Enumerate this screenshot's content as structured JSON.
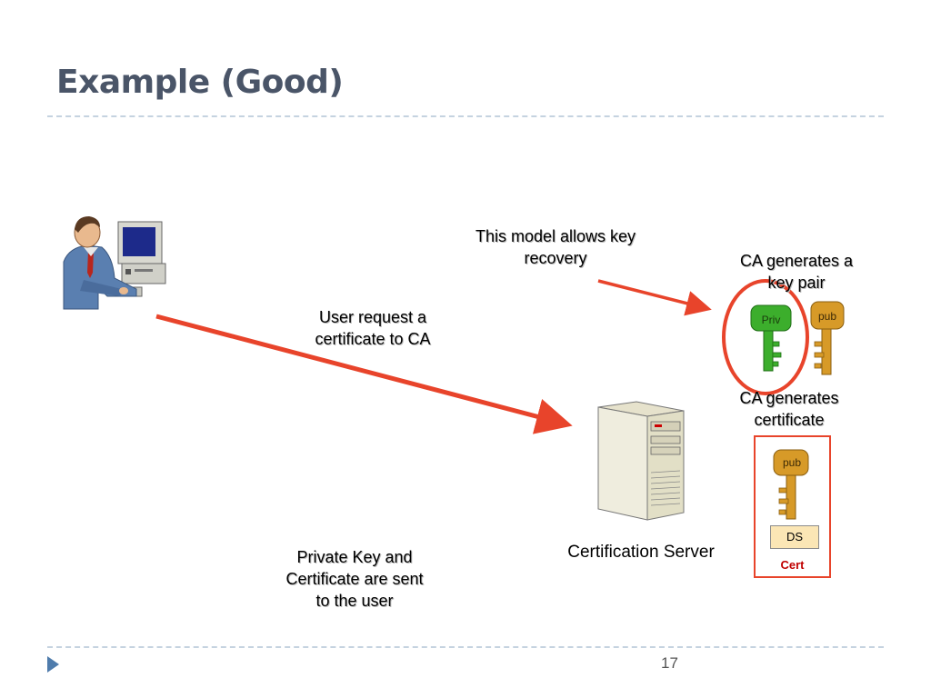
{
  "slide": {
    "title": "Example (Good)",
    "page_number": "17"
  },
  "labels": {
    "key_recovery_note": "This model allows key recovery",
    "user_request": "User request a certificate to CA",
    "ca_key_pair": "CA generates a key pair",
    "ca_certificate": "CA generates certificate",
    "cert_server": "Certification Server",
    "private_key_sent": "Private Key and Certificate are sent to the user"
  },
  "keys": {
    "private": "Priv",
    "public": "pub",
    "cert_public": "pub",
    "signature": "DS",
    "cert": "Cert"
  },
  "colors": {
    "arrow": "#e8442b",
    "title": "#4a5568",
    "private_key": "#3cae2c",
    "public_key": "#d79a28",
    "accent_bullet": "#4f7cac"
  }
}
